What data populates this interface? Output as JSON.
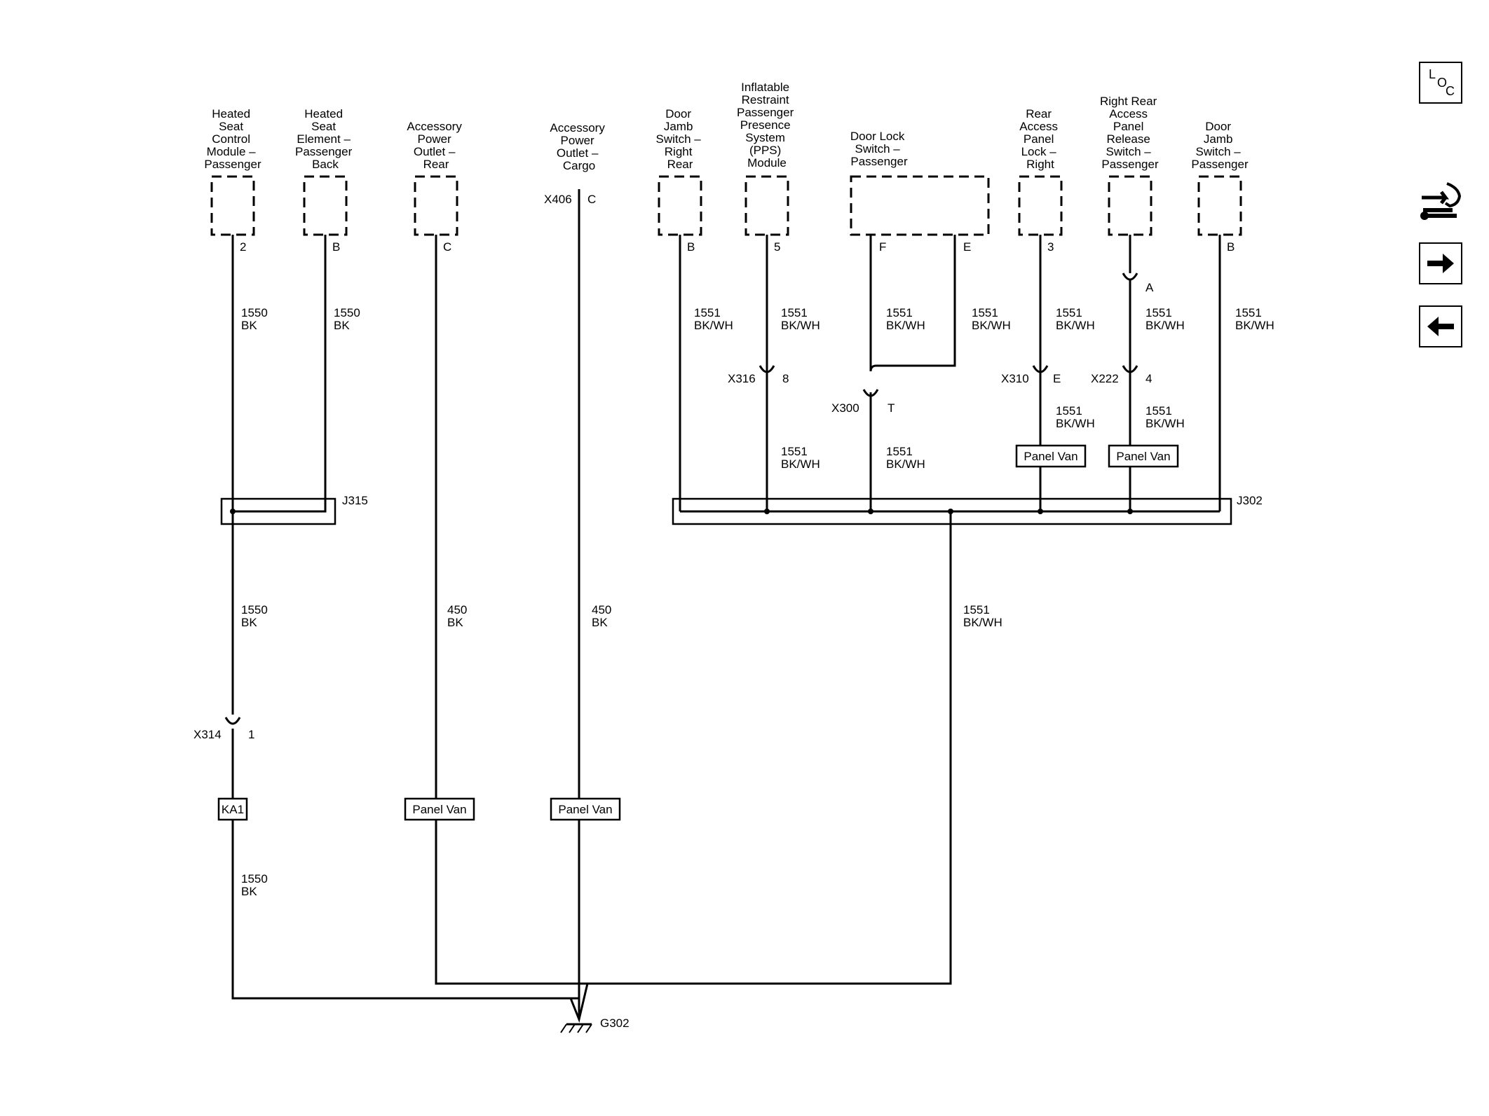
{
  "components": [
    {
      "id": "hscm",
      "lines": [
        "Heated",
        "Seat",
        "Control",
        "Module –",
        "Passenger"
      ],
      "pin": "2"
    },
    {
      "id": "hse",
      "lines": [
        "Heated",
        "Seat",
        "Element –",
        "Passenger",
        "Back"
      ],
      "pin": "B"
    },
    {
      "id": "apo-rear",
      "lines": [
        "Accessory",
        "Power",
        "Outlet –",
        "Rear"
      ],
      "pin": "C"
    },
    {
      "id": "apo-cargo",
      "lines": [
        "Accessory",
        "Power",
        "Outlet –",
        "Cargo"
      ],
      "connector": "X406",
      "pin": "C"
    },
    {
      "id": "djs-rr",
      "lines": [
        "Door",
        "Jamb",
        "Switch –",
        "Right",
        "Rear"
      ],
      "pin": "B"
    },
    {
      "id": "pps",
      "lines": [
        "Inflatable",
        "Restraint",
        "Passenger",
        "Presence",
        "System",
        "(PPS)",
        "Module"
      ],
      "pin": "5"
    },
    {
      "id": "dls",
      "lines": [
        "Door Lock",
        "Switch –",
        "Passenger"
      ],
      "pins": [
        "F",
        "E"
      ]
    },
    {
      "id": "rapl",
      "lines": [
        "Rear",
        "Access",
        "Panel",
        "Lock –",
        "Right"
      ],
      "pin": "3"
    },
    {
      "id": "rraprs",
      "lines": [
        "Right Rear",
        "Access",
        "Panel",
        "Release",
        "Switch –",
        "Passenger"
      ],
      "pin": "A"
    },
    {
      "id": "djs-p",
      "lines": [
        "Door",
        "Jamb",
        "Switch –",
        "Passenger"
      ],
      "pin": "B"
    }
  ],
  "wires": {
    "w1550": [
      "1550",
      "BK"
    ],
    "w450": [
      "450",
      "BK"
    ],
    "w1551": [
      "1551",
      "BK/WH"
    ]
  },
  "connectors": {
    "x316": {
      "name": "X316",
      "pin": "8"
    },
    "x300": {
      "name": "X300",
      "pin": "T"
    },
    "x310": {
      "name": "X310",
      "pin": "E"
    },
    "x222": {
      "name": "X222",
      "pin": "4"
    },
    "x314": {
      "name": "X314",
      "pin": "1"
    }
  },
  "splices": {
    "j315": "J315",
    "j302": "J302"
  },
  "options": {
    "panel_van": "Panel Van",
    "ka1": "KA1"
  },
  "ground": "G302",
  "nav": {
    "loc_letters": [
      "L",
      "O",
      "C"
    ],
    "icons": [
      "location-icon",
      "connector-tools-icon",
      "forward-arrow-icon",
      "back-arrow-icon"
    ]
  }
}
